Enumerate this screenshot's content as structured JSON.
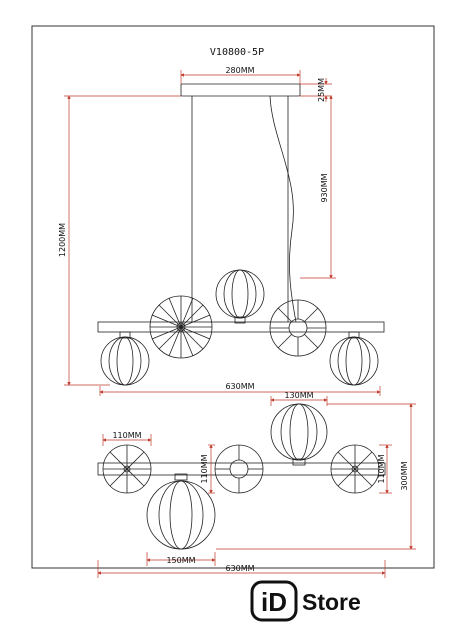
{
  "drawing": {
    "model": "V10800-5P",
    "colors": {
      "dimension": "#c0392b",
      "outline": "#222222",
      "frame": "#333333"
    },
    "front_view": {
      "canopy_width": "280MM",
      "canopy_height": "25MM",
      "cable_length": "930MM",
      "total_height": "1200MM",
      "total_width": "630MM"
    },
    "bottom_view": {
      "shade_spacing_top": "130MM",
      "shade_spacing_left": "110MM",
      "shade_height_mid": "110MM",
      "shade_height_right": "110MM",
      "total_depth": "300MM",
      "globe_diameter": "150MM",
      "total_width": "630MM"
    }
  },
  "logo": {
    "prefix": "iD",
    "suffix": "Store"
  }
}
